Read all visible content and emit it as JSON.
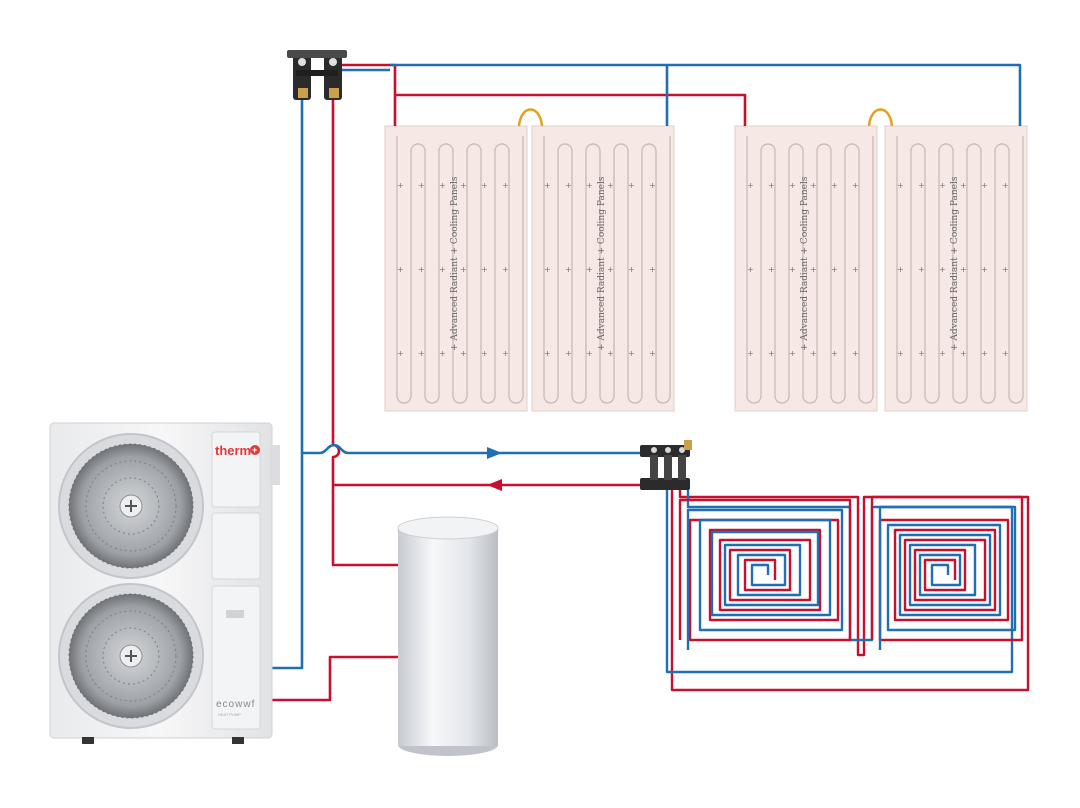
{
  "colors": {
    "supply": "#c8102e",
    "return": "#1f6fb2",
    "panel_fill": "#f6e9e5",
    "panel_pipe": "#c9b9b5",
    "jumper": "#e2a21a",
    "brand": "#e03a3a"
  },
  "heat_pump": {
    "brand": "therm",
    "brand_mark": "+",
    "model": "ecowwf",
    "model_sub": "HEAT PUMP"
  },
  "panels": {
    "label": "+ Advanced Radiant + Cooling Panels",
    "count": 4
  },
  "icons": [
    "fan-icon",
    "manifold-icon",
    "flow-arrow-icon",
    "tank-icon"
  ]
}
